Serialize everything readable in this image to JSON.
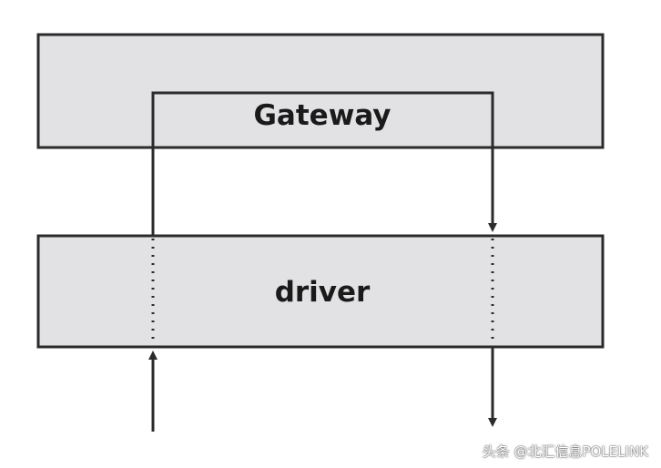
{
  "diagram": {
    "gateway_label": "Gateway",
    "driver_label": "driver",
    "colors": {
      "box_fill": "#e2e2e4",
      "stroke": "#2b2b2b",
      "arrow": "#2b2b2b"
    }
  },
  "watermark": {
    "text": "头条 @北汇信息POLELINK"
  }
}
